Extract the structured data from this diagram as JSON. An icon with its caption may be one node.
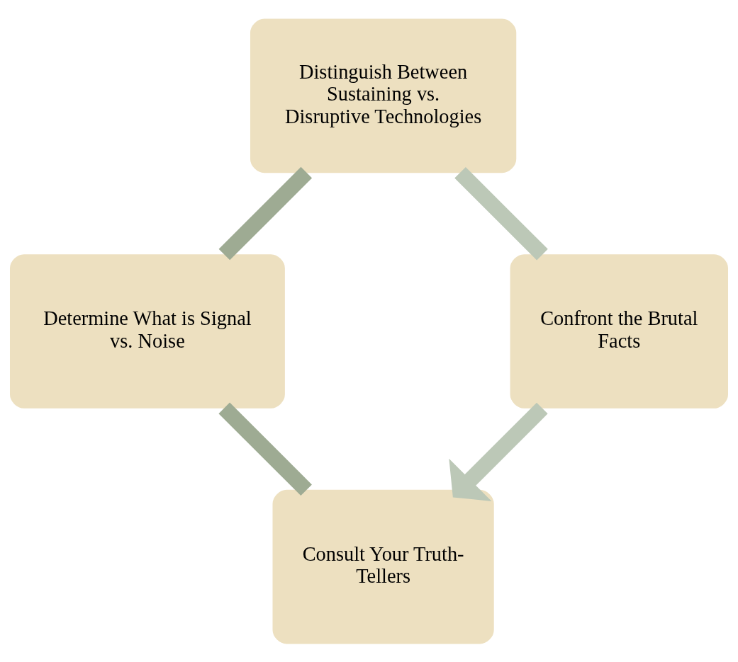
{
  "diagram": {
    "nodes": [
      {
        "text": [
          "Consult Your Truth-Tellers"
        ]
      },
      {
        "text": [
          "Confront the Brutal Facts"
        ]
      },
      {
        "text": [
          "Determine What is Signal vs. Noise"
        ]
      },
      {
        "text": [
          "Distinguish Between Sustaining vs. Disruptive Technologies"
        ]
      }
    ],
    "edges": [
      {
        "from": 0,
        "to": 2,
        "arrow": "none",
        "color": "#9eab93"
      },
      {
        "from": 2,
        "to": 3,
        "arrow": "none",
        "color": "#9eab93"
      },
      {
        "from": 3,
        "to": 1,
        "arrow": "none",
        "color": "#bcc8b7"
      },
      {
        "from": 1,
        "to": 0,
        "arrow": "to",
        "color": "#bcc8b7"
      }
    ]
  }
}
